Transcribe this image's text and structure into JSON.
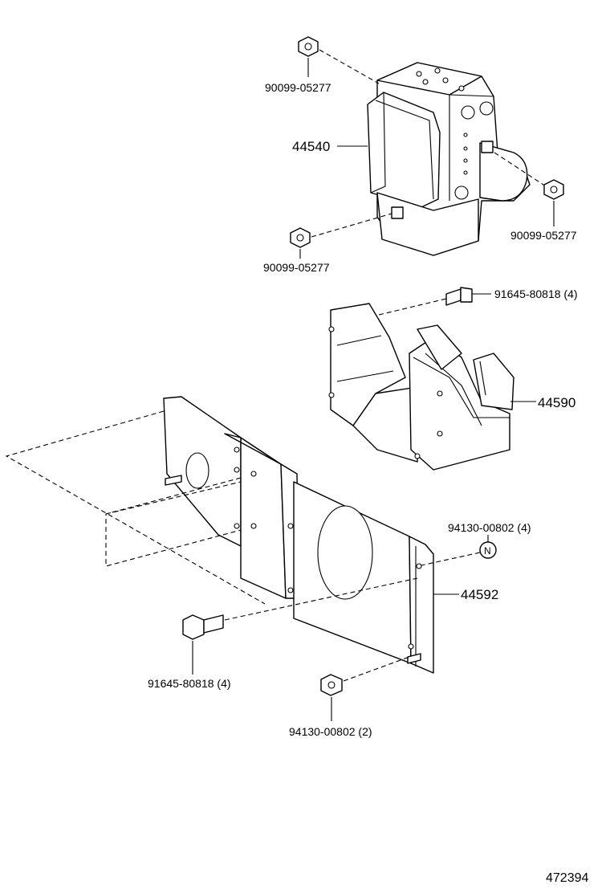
{
  "parts": {
    "nut_top": "90099-05277",
    "abs_actuator": "44540",
    "nut_right": "90099-05277",
    "nut_left": "90099-05277",
    "bolt_upper": "91645-80818 (4)",
    "actuator_bracket": "44590",
    "nut_n": "94130-00802 (4)",
    "n_mark": "N",
    "plate_bracket": "44592",
    "bolt_lower": "91645-80818 (4)",
    "nut_bottom": "94130-00802 (2)"
  },
  "figure_number": "472394"
}
